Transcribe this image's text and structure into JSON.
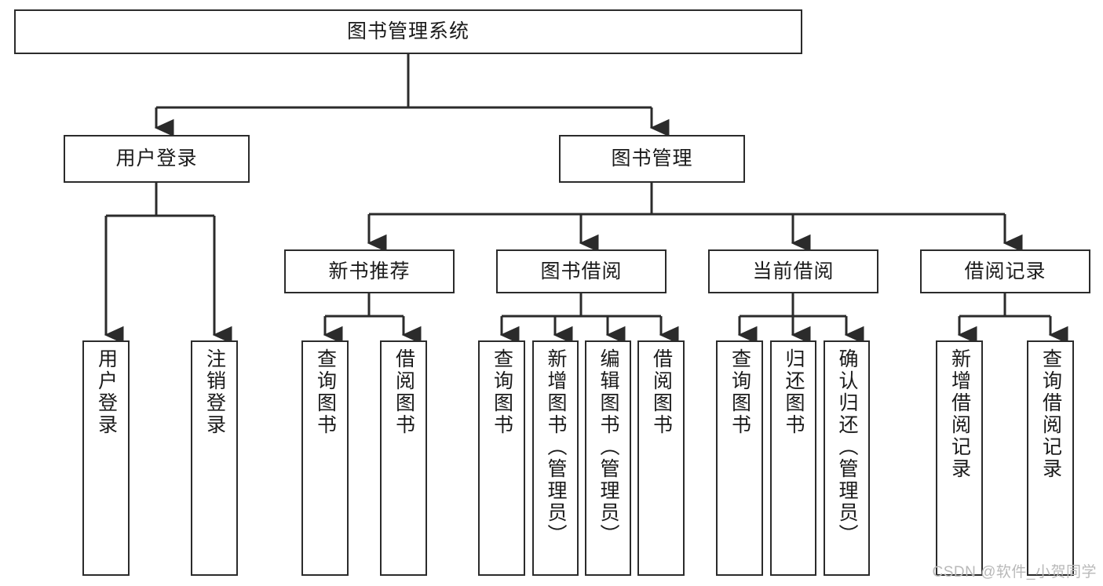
{
  "diagram": {
    "title": "图书管理系统",
    "type": "tree-hierarchy-diagram",
    "colors": {
      "box_border": "#2b2b2b",
      "box_fill": "#ffffff",
      "edge": "#2b2b2b",
      "text": "#1a1a1a",
      "watermark": "#b9b9b9",
      "background": "#ffffff"
    },
    "nodes": {
      "root": {
        "label": "图书管理系统",
        "level": 1,
        "orientation": "horizontal"
      },
      "user_login": {
        "label": "用户登录",
        "level": 2,
        "orientation": "horizontal"
      },
      "book_manage": {
        "label": "图书管理",
        "level": 2,
        "orientation": "horizontal"
      },
      "new_book_rec": {
        "label": "新书推荐",
        "level": 3,
        "orientation": "horizontal"
      },
      "book_borrow": {
        "label": "图书借阅",
        "level": 3,
        "orientation": "horizontal"
      },
      "current_borrow": {
        "label": "当前借阅",
        "level": 3,
        "orientation": "horizontal"
      },
      "borrow_record": {
        "label": "借阅记录",
        "level": 3,
        "orientation": "horizontal"
      },
      "leaf_user_login": {
        "label": "用户登录",
        "level": 4,
        "orientation": "vertical"
      },
      "leaf_logout": {
        "label": "注销登录",
        "level": 4,
        "orientation": "vertical"
      },
      "leaf_query_book_1": {
        "label": "查询图书",
        "level": 4,
        "orientation": "vertical"
      },
      "leaf_borrow_book_1": {
        "label": "借阅图书",
        "level": 4,
        "orientation": "vertical"
      },
      "leaf_query_book_2": {
        "label": "查询图书",
        "level": 4,
        "orientation": "vertical"
      },
      "leaf_add_book": {
        "label": "新增图书（管理员）",
        "level": 4,
        "orientation": "vertical"
      },
      "leaf_edit_book": {
        "label": "编辑图书（管理员）",
        "level": 4,
        "orientation": "vertical"
      },
      "leaf_borrow_book_2": {
        "label": "借阅图书",
        "level": 4,
        "orientation": "vertical"
      },
      "leaf_query_book_3": {
        "label": "查询图书",
        "level": 4,
        "orientation": "vertical"
      },
      "leaf_return_book": {
        "label": "归还图书",
        "level": 4,
        "orientation": "vertical"
      },
      "leaf_confirm_return": {
        "label": "确认归还（管理员）",
        "level": 4,
        "orientation": "vertical"
      },
      "leaf_add_record": {
        "label": "新增借阅记录",
        "level": 4,
        "orientation": "vertical"
      },
      "leaf_query_record": {
        "label": "查询借阅记录",
        "level": 4,
        "orientation": "vertical"
      }
    },
    "edges": [
      {
        "from": "root",
        "to": "user_login"
      },
      {
        "from": "root",
        "to": "book_manage"
      },
      {
        "from": "user_login",
        "to": "leaf_user_login"
      },
      {
        "from": "user_login",
        "to": "leaf_logout"
      },
      {
        "from": "book_manage",
        "to": "new_book_rec"
      },
      {
        "from": "book_manage",
        "to": "book_borrow"
      },
      {
        "from": "book_manage",
        "to": "current_borrow"
      },
      {
        "from": "book_manage",
        "to": "borrow_record"
      },
      {
        "from": "new_book_rec",
        "to": "leaf_query_book_1"
      },
      {
        "from": "new_book_rec",
        "to": "leaf_borrow_book_1"
      },
      {
        "from": "book_borrow",
        "to": "leaf_query_book_2"
      },
      {
        "from": "book_borrow",
        "to": "leaf_add_book"
      },
      {
        "from": "book_borrow",
        "to": "leaf_edit_book"
      },
      {
        "from": "book_borrow",
        "to": "leaf_borrow_book_2"
      },
      {
        "from": "current_borrow",
        "to": "leaf_query_book_3"
      },
      {
        "from": "current_borrow",
        "to": "leaf_return_book"
      },
      {
        "from": "current_borrow",
        "to": "leaf_confirm_return"
      },
      {
        "from": "borrow_record",
        "to": "leaf_add_record"
      },
      {
        "from": "borrow_record",
        "to": "leaf_query_record"
      }
    ]
  },
  "watermark": {
    "text": "CSDN @软件_小贺同学"
  }
}
